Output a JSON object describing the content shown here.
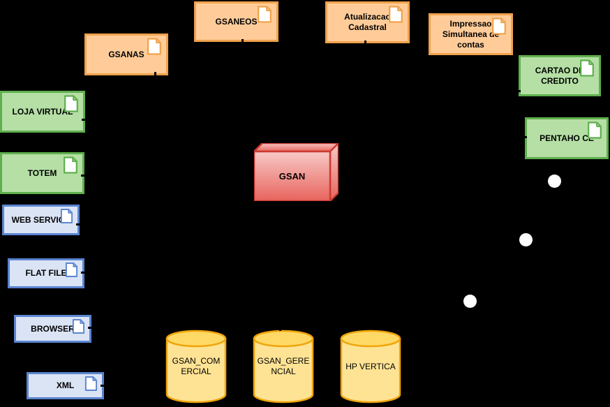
{
  "nodes": {
    "gsanas": {
      "label": "GSANAS"
    },
    "gsaneos": {
      "label": "GSANEOS"
    },
    "atualizacao_cadastral": {
      "label": "Atualizacao Cadastral"
    },
    "impressao_simultanea": {
      "label": "Impressao Simultanea de contas"
    },
    "cartao_de_credito": {
      "label": "CARTAO DE CREDITO"
    },
    "pentaho_ce": {
      "label": "PENTAHO CE"
    },
    "loja_virtual": {
      "label": "LOJA VIRTUAL"
    },
    "totem": {
      "label": "TOTEM"
    },
    "web_service": {
      "label": "WEB SERVICE"
    },
    "flat_file": {
      "label": "FLAT FILE"
    },
    "browser": {
      "label": "BROWSER"
    },
    "xml": {
      "label": "XML"
    }
  },
  "center": {
    "label": "GSAN"
  },
  "databases": {
    "gsan_comercial": {
      "label": "GSAN_COMERCIAL"
    },
    "gsan_gerencial": {
      "label": "GSAN_GERENCIAL"
    },
    "hp_vertica": {
      "label": "HP VERTICA"
    }
  },
  "colors": {
    "background": "#000000",
    "text": "#000000",
    "orange_fill": "#FFCC99",
    "orange_stroke": "#F0A24B",
    "green_fill": "#B5DFA5",
    "green_stroke": "#5FAF4E",
    "blue_fill": "#DAE4F5",
    "blue_stroke": "#5B84D1",
    "red_fill_top": "#F8C9C6",
    "red_fill_bottom": "#E7645D",
    "red_stroke": "#CC3A30",
    "yellow_fill": "#FFE394",
    "yellow_top_fill": "#FFD966",
    "yellow_stroke": "#EFA50A",
    "dot": "#FFFFFF"
  }
}
